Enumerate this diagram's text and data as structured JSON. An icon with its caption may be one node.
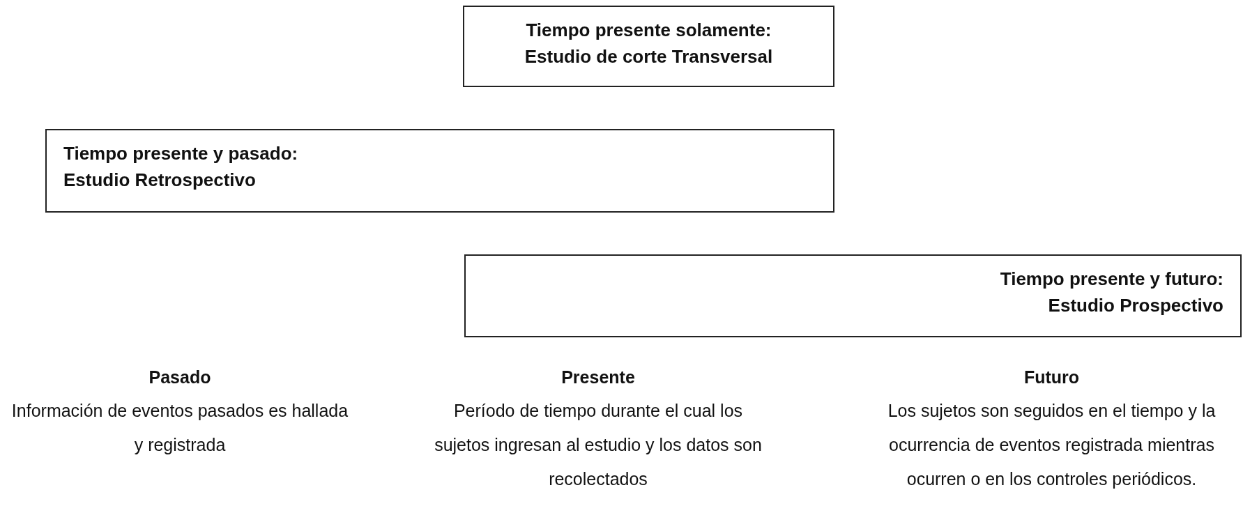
{
  "diagram": {
    "nodes": [
      {
        "text": [
          "Tiempo presente solamente:",
          "Estudio de corte Transversal"
        ]
      },
      {
        "text": [
          "Tiempo presente y pasado:",
          "Estudio Retrospectivo"
        ]
      },
      {
        "text": [
          "Tiempo presente y futuro:",
          "Estudio Prospectivo"
        ]
      }
    ],
    "labels": [
      "Pasado",
      "Información de eventos pasados es hallada y registrada",
      "Presente",
      "Período de tiempo durante el cual los sujetos ingresan al estudio y los datos son recolectados",
      "Futuro",
      "Los sujetos son seguidos en el tiempo y la ocurrencia de eventos registrada mientras ocurren o en los controles periódicos."
    ]
  }
}
